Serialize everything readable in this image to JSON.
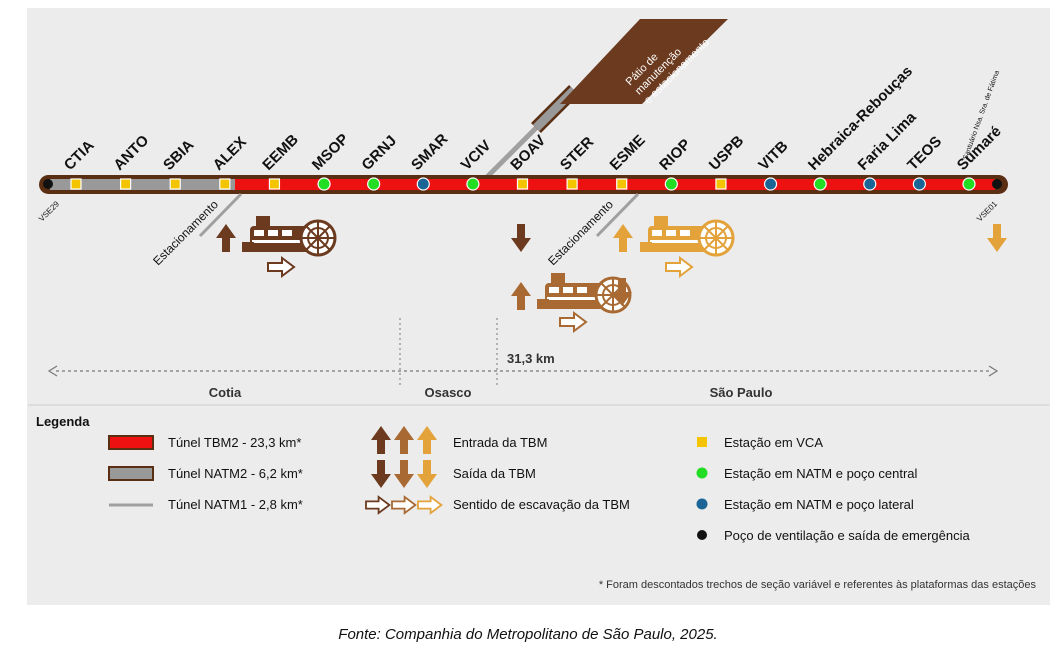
{
  "depot_label": [
    "Pátio de",
    "manutenção",
    "e estacionamento"
  ],
  "stations": [
    {
      "code": "CTIA",
      "type": "vca"
    },
    {
      "code": "ANTO",
      "type": "vca"
    },
    {
      "code": "SBIA",
      "type": "vca"
    },
    {
      "code": "ALEX",
      "type": "vca"
    },
    {
      "code": "EEMB",
      "type": "vca"
    },
    {
      "code": "MSOP",
      "type": "natm_central"
    },
    {
      "code": "GRNJ",
      "type": "natm_central"
    },
    {
      "code": "SMAR",
      "type": "natm_lateral"
    },
    {
      "code": "VCIV",
      "type": "natm_central"
    },
    {
      "code": "BOAV",
      "type": "vca"
    },
    {
      "code": "STER",
      "type": "vca"
    },
    {
      "code": "ESME",
      "type": "vca"
    },
    {
      "code": "RIOP",
      "type": "natm_central"
    },
    {
      "code": "USPB",
      "type": "vca"
    },
    {
      "code": "VITB",
      "type": "natm_lateral"
    },
    {
      "code": "Hebraica-Rebouças",
      "type": "natm_central"
    },
    {
      "code": "Faria Lima",
      "type": "natm_lateral"
    },
    {
      "code": "TEOS",
      "type": "natm_lateral"
    },
    {
      "code": "Sumaré",
      "type": "natm_central"
    }
  ],
  "sumare_note": "Santuário Nsa. Sra. de Fátima",
  "wells": {
    "left": "VSE29",
    "right": "VSE01"
  },
  "parking_label": "Estacionamento",
  "distance_label": "31,3 km",
  "regions": [
    "Cotia",
    "Osasco",
    "São Paulo"
  ],
  "legend": {
    "title": "Legenda",
    "tunnels": [
      "Túnel TBM2 - 23,3 km*",
      "Túnel NATM2 - 6,2 km*",
      "Túnel NATM1 - 2,8 km*"
    ],
    "tbm": [
      "Entrada da TBM",
      "Saída da TBM",
      "Sentido de escavação da TBM"
    ],
    "stations": [
      "Estação em VCA",
      "Estação em NATM e poço central",
      "Estação em NATM e poço lateral",
      "Poço de ventilação e saída de emergência"
    ]
  },
  "footnote": "* Foram descontados trechos de seção variável e referentes às plataformas das estações",
  "source": "Fonte: Companhia do Metropolitano de São Paulo, 2025.",
  "colors": {
    "tbm2": "#ee1111",
    "natm2": "#999999",
    "natm1": "#a0a0a0",
    "outline": "#5a2e12",
    "vca": "#f5c400",
    "natm_central": "#22dd22",
    "natm_lateral": "#1a6496",
    "well": "#111111",
    "tbm_dark": "#6b3a1f",
    "tbm_mid": "#a86a32",
    "tbm_light": "#e3a23a"
  }
}
